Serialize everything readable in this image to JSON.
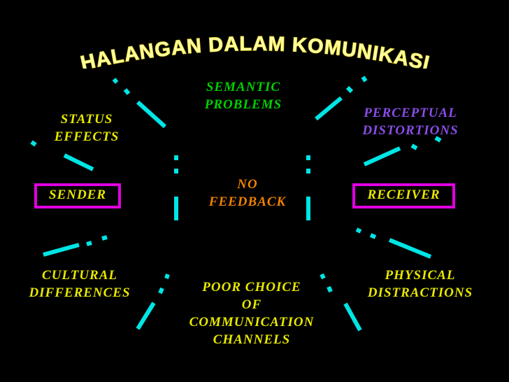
{
  "title": "HALANGAN DALAM KOMUNIKASI",
  "colors": {
    "background": "#000000",
    "title_fill": "#ffff9f",
    "title_stroke": "#c8b400",
    "connector": "#00e5e5",
    "box_border": "#e000e0",
    "semantic": "#00d000",
    "perceptual": "#8a4de8",
    "status": "#e8e800",
    "cultural": "#e8e800",
    "physical": "#e8e800",
    "poor_choice": "#e8e800",
    "feedback": "#f08000",
    "party": "#e8e800"
  },
  "sender": "SENDER",
  "receiver": "RECEIVER",
  "barriers": {
    "semantic": [
      "SEMANTIC",
      "PROBLEMS"
    ],
    "perceptual": [
      "PERCEPTUAL",
      "DISTORTIONS"
    ],
    "status": [
      "STATUS",
      "EFFECTS"
    ],
    "feedback": [
      "NO",
      "FEEDBACK"
    ],
    "cultural": [
      "CULTURAL",
      "DIFFERENCES"
    ],
    "physical": [
      "PHYSICAL",
      "DISTRACTIONS"
    ],
    "poor_choice": [
      "POOR CHOICE",
      "OF",
      "COMMUNICATION",
      "CHANNELS"
    ]
  }
}
